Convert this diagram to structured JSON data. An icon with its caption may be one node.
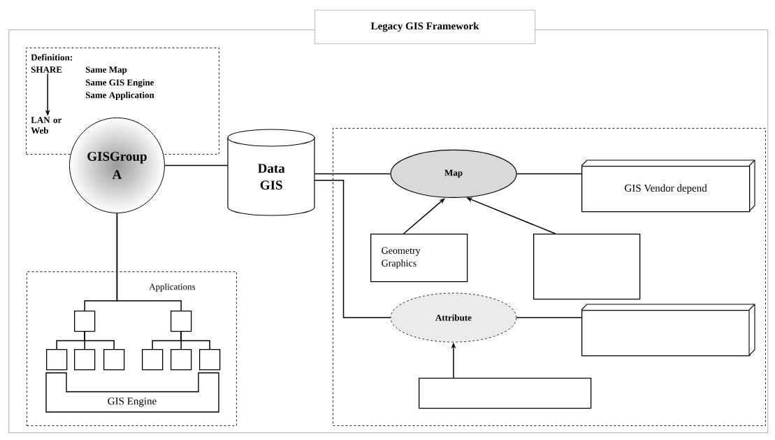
{
  "diagram": {
    "nodes": [
      {
        "text": [
          "Legacy GIS Framework"
        ]
      },
      {
        "text": [
          "Definition:",
          "Same Map",
          "Same GIS Engine",
          "Same Application"
        ],
        "in": 0
      },
      {
        "text": [
          "SHARE"
        ],
        "in": 1
      },
      {
        "text": [
          "LAN or Web"
        ],
        "in": 1
      },
      {
        "text": [
          "GISGroup A"
        ],
        "in": 0
      },
      {
        "text": [
          "Data GIS"
        ],
        "in": 0
      },
      {
        "text": [],
        "shape": "box",
        "in": 0
      },
      {
        "text": [
          "Map"
        ],
        "in": 6
      },
      {
        "text": [
          "GIS Vendor depend"
        ],
        "in": 6
      },
      {
        "text": [
          "Geometry Graphics"
        ],
        "in": 6
      },
      {
        "text": [],
        "shape": "box",
        "in": 6
      },
      {
        "text": [
          "Attribute"
        ],
        "in": 6
      },
      {
        "text": [],
        "shape": "box",
        "in": 6
      },
      {
        "text": [],
        "shape": "box",
        "in": 6
      },
      {
        "text": [
          "Applications"
        ],
        "in": 0
      },
      {
        "text": [],
        "shape": "box",
        "in": 14
      },
      {
        "text": [],
        "shape": "box",
        "in": 14
      },
      {
        "text": [],
        "shape": "box",
        "in": 14
      },
      {
        "text": [],
        "shape": "box",
        "in": 14
      },
      {
        "text": [],
        "shape": "box",
        "in": 14
      },
      {
        "text": [],
        "shape": "box",
        "in": 14
      },
      {
        "text": [],
        "shape": "box",
        "in": 14
      },
      {
        "text": [],
        "shape": "box",
        "in": 14
      },
      {
        "text": [
          "GIS Engine"
        ],
        "in": 14
      }
    ],
    "edges": [
      {
        "from": 2,
        "to": 3,
        "arrow": "to"
      },
      {
        "from": 4,
        "to": 5,
        "arrow": "none"
      },
      {
        "from": 5,
        "to": 7,
        "arrow": "none"
      },
      {
        "from": 5,
        "to": 11,
        "arrow": "none"
      },
      {
        "from": 7,
        "to": 8,
        "arrow": "none"
      },
      {
        "from": 9,
        "to": 7,
        "arrow": "to"
      },
      {
        "from": 10,
        "to": 7,
        "arrow": "to"
      },
      {
        "from": 11,
        "to": 12,
        "arrow": "none"
      },
      {
        "from": 13,
        "to": 11,
        "arrow": "to"
      },
      {
        "from": 4,
        "to": 15,
        "arrow": "none"
      },
      {
        "from": 4,
        "to": 16,
        "arrow": "none"
      },
      {
        "from": 15,
        "to": 17,
        "arrow": "none"
      },
      {
        "from": 15,
        "to": 18,
        "arrow": "none"
      },
      {
        "from": 15,
        "to": 19,
        "arrow": "none"
      },
      {
        "from": 16,
        "to": 20,
        "arrow": "none"
      },
      {
        "from": 16,
        "to": 21,
        "arrow": "none"
      },
      {
        "from": 16,
        "to": 22,
        "arrow": "none"
      }
    ]
  }
}
